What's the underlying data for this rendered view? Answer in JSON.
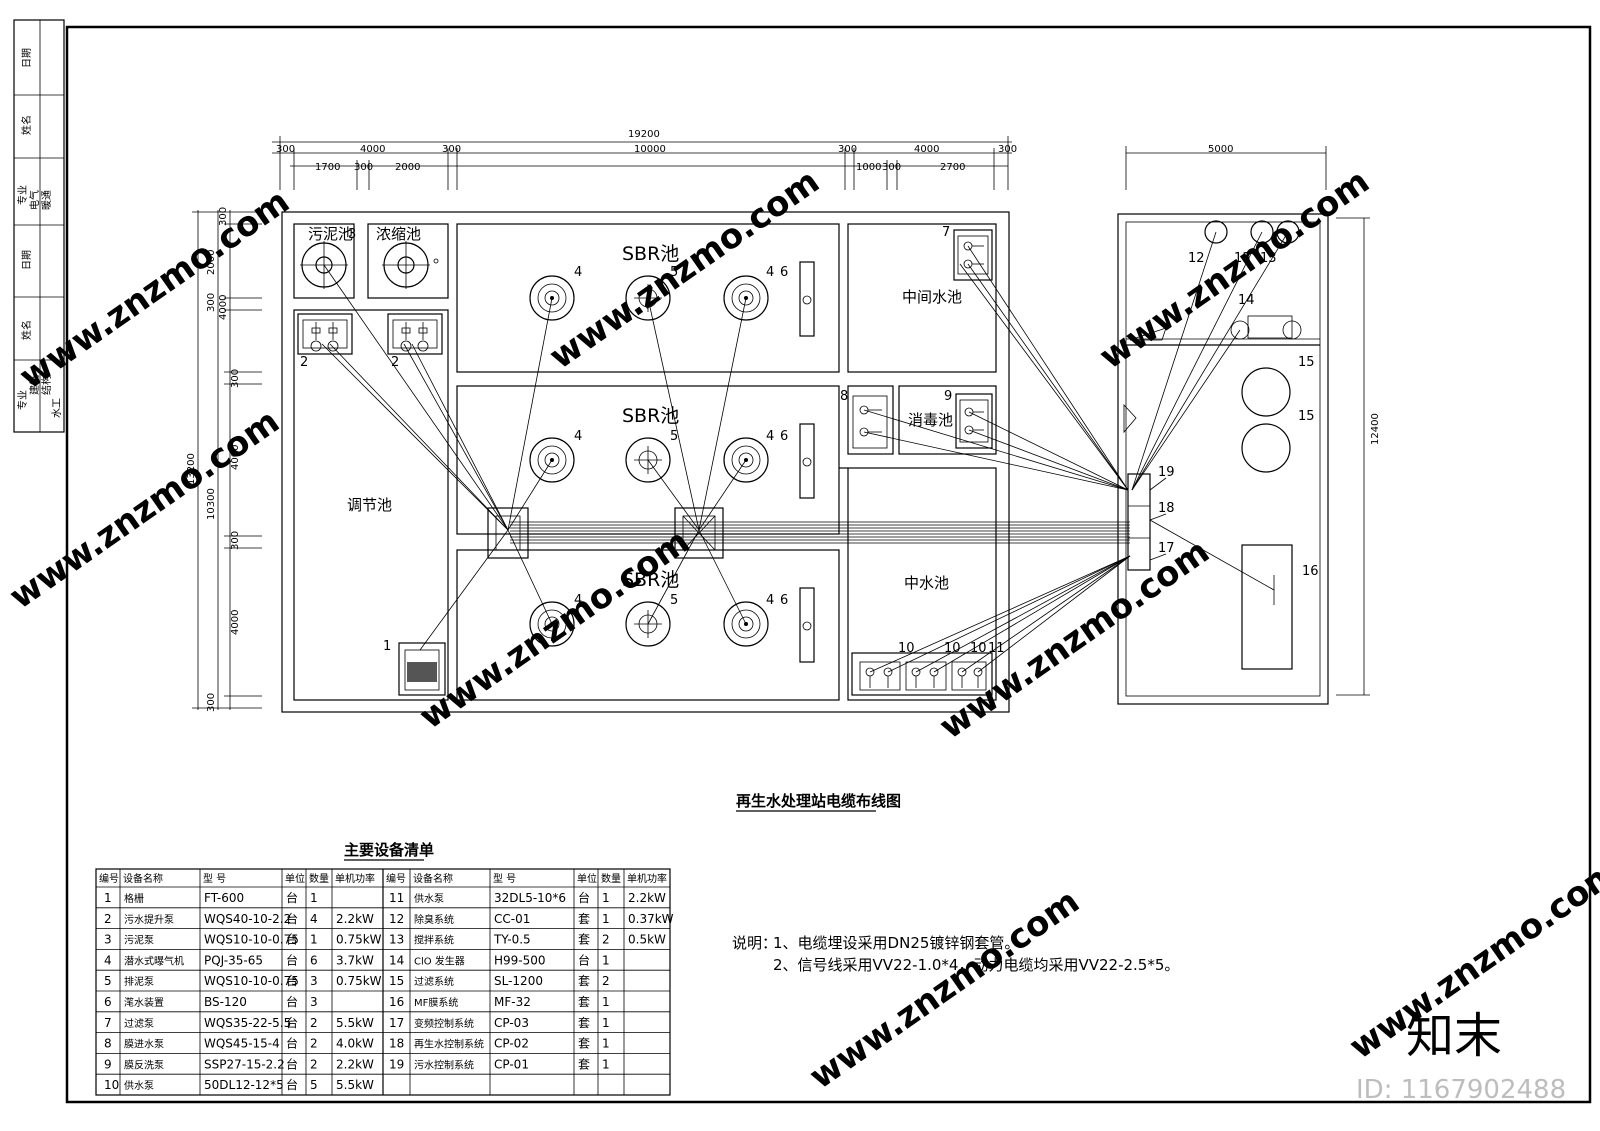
{
  "drawing_title": "再生水处理站电缆布线图",
  "equipment_table": {
    "title": "主要设备清单",
    "headers": [
      "编号",
      "设备名称",
      "型 号",
      "单位",
      "数量",
      "单机功率"
    ],
    "left_rows": [
      [
        "1",
        "格栅",
        "FT-600",
        "台",
        "1",
        ""
      ],
      [
        "2",
        "污水提升泵",
        "WQS40-10-2.2",
        "台",
        "4",
        "2.2kW"
      ],
      [
        "3",
        "污泥泵",
        "WQS10-10-0.75",
        "台",
        "1",
        "0.75kW"
      ],
      [
        "4",
        "潜水式曝气机",
        "PQJ-35-65",
        "台",
        "6",
        "3.7kW"
      ],
      [
        "5",
        "排泥泵",
        "WQS10-10-0.75",
        "台",
        "3",
        "0.75kW"
      ],
      [
        "6",
        "滗水装置",
        "BS-120",
        "台",
        "3",
        ""
      ],
      [
        "7",
        "过滤泵",
        "WQS35-22-5.5",
        "台",
        "2",
        "5.5kW"
      ],
      [
        "8",
        "膜进水泵",
        "WQS45-15-4",
        "台",
        "2",
        "4.0kW"
      ],
      [
        "9",
        "膜反洗泵",
        "SSP27-15-2.2",
        "台",
        "2",
        "2.2kW"
      ],
      [
        "10",
        "供水泵",
        "50DL12-12*5",
        "台",
        "5",
        "5.5kW"
      ]
    ],
    "right_rows": [
      [
        "11",
        "供水泵",
        "32DL5-10*6",
        "台",
        "1",
        "2.2kW"
      ],
      [
        "12",
        "除臭系统",
        "CC-01",
        "套",
        "1",
        "0.37kW"
      ],
      [
        "13",
        "搅拌系统",
        "TY-0.5",
        "套",
        "2",
        "0.5kW"
      ],
      [
        "14",
        "ClO 发生器",
        "H99-500",
        "台",
        "1",
        ""
      ],
      [
        "15",
        "过滤系统",
        "SL-1200",
        "套",
        "2",
        ""
      ],
      [
        "16",
        "MF膜系统",
        "MF-32",
        "套",
        "1",
        ""
      ],
      [
        "17",
        "变频控制系统",
        "CP-03",
        "套",
        "1",
        ""
      ],
      [
        "18",
        "再生水控制系统",
        "CP-02",
        "套",
        "1",
        ""
      ],
      [
        "19",
        "污水控制系统",
        "CP-01",
        "套",
        "1",
        ""
      ]
    ]
  },
  "notes": {
    "prefix": "说明：",
    "line1": "1、电缆埋设采用DN25镀锌钢套管。",
    "line2": "2、信号线采用VV22-1.0*4，动力电缆均采用VV22-2.5*5。"
  },
  "tanks": {
    "sludge": "污泥池",
    "thickener": "浓缩池",
    "sbr": "SBR池",
    "middle": "中间水池",
    "disinfection": "消毒池",
    "regulating": "调节池",
    "reclaimed": "中水池"
  },
  "dimensions": {
    "total_width": "19200",
    "top": [
      "300",
      "4000",
      "300",
      "10000",
      "300",
      "4000",
      "300"
    ],
    "top_sub": [
      "1700",
      "300",
      "2000",
      "1000",
      "300",
      "2700"
    ],
    "right_room_width": "5000",
    "right_room_height": "12400",
    "left_total": "13200",
    "left_inner": "10300",
    "left_parts": [
      "300",
      "2000",
      "300",
      "4000",
      "300",
      "4000",
      "300",
      "4000",
      "300"
    ]
  },
  "title_block": {
    "labels": [
      "日期",
      "姓名",
      "专业",
      "电气",
      "暖通",
      "日期",
      "姓名",
      "专业",
      "建筑",
      "结构",
      "水工"
    ]
  },
  "watermark": {
    "brand": "知末",
    "site": "www.znzmo.com",
    "id": "ID: 1167902488"
  }
}
